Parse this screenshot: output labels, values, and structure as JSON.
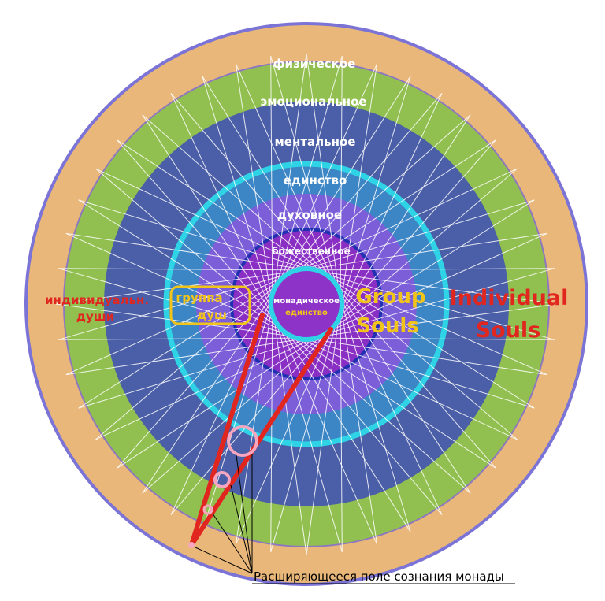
{
  "rings": [
    {
      "label": "физическое",
      "color": "#e8b779"
    },
    {
      "label": "эмоциональное",
      "color": "#92c050"
    },
    {
      "label": "ментальное",
      "color": "#4b5fa8"
    },
    {
      "label": "единство",
      "color": "#3d86c6"
    },
    {
      "label": "духовное",
      "color": "#7b5ed8"
    },
    {
      "label": "божественное",
      "color": "#8a2fc4"
    }
  ],
  "core": {
    "line1": "монадическое",
    "line2": "единство",
    "color": "#8e33c8"
  },
  "labels": {
    "individual_ru_line1": "индивидуальн.",
    "individual_ru_line2": "души",
    "group_ru_line1": "группа",
    "group_ru_line2": "душ",
    "group_en_line1": "Group",
    "group_en_line2": "Souls",
    "individual_en_line1": "Individual",
    "individual_en_line2": "Souls"
  },
  "caption": "Расширяющееся поле сознания монады",
  "colors": {
    "outer_border": "#7b74d6",
    "cyan_ring": "#2fd3e6",
    "red_accent": "#e0261f",
    "pink_marker": "#f7a6c0",
    "white_text": "#ffffff",
    "yellow_text": "#f0c419"
  }
}
